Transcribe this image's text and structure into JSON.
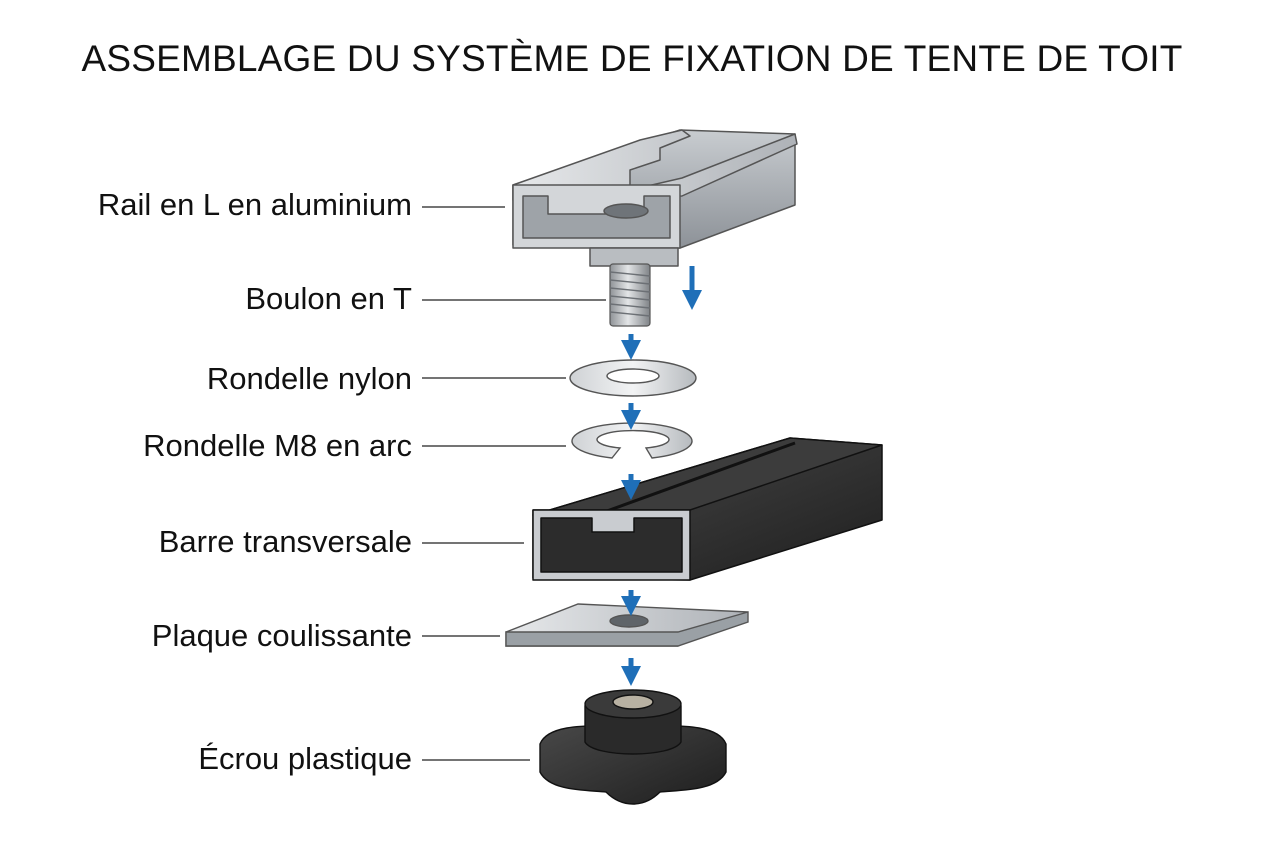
{
  "title": "ASSEMBLAGE DU SYSTÈME DE FIXATION DE TENTE DE TOIT",
  "parts": [
    {
      "id": "rail",
      "label": "Rail en L en aluminium"
    },
    {
      "id": "bolt",
      "label": "Boulon en T"
    },
    {
      "id": "nylon-washer",
      "label": "Rondelle nylon"
    },
    {
      "id": "split-washer",
      "label": "Rondelle M8 en arc"
    },
    {
      "id": "crossbar",
      "label": "Barre transversale"
    },
    {
      "id": "slide-plate",
      "label": "Plaque coulissante"
    },
    {
      "id": "knob-nut",
      "label": "Écrou plastique"
    }
  ],
  "colors": {
    "arrow": "#1f6fb8",
    "metal": "#c9ccd0",
    "dark": "#2b2b2b"
  }
}
